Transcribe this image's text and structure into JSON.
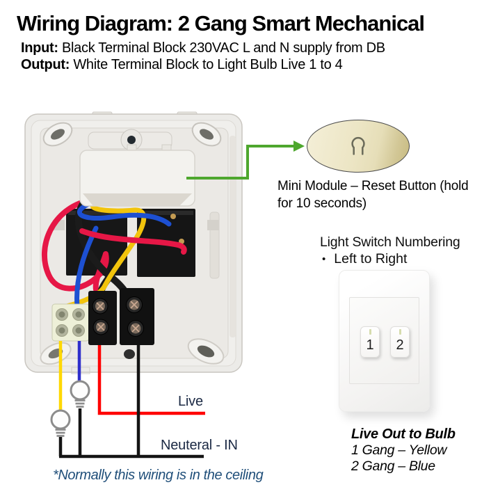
{
  "header": {
    "title": "Wiring Diagram: 2 Gang Smart Mechanical",
    "input_label": "Input:",
    "input_text": "Black Terminal Block 230VAC L and N supply from DB",
    "output_label": "Output:",
    "output_text": "White Terminal Block to Light Bulb Live 1 to 4"
  },
  "callout": {
    "line1": "Mini Module – Reset Button (hold",
    "line2": "for 10 seconds)"
  },
  "switch_panel": {
    "heading": "Light Switch Numbering",
    "bullet_glyph": "•",
    "bullet_text": "Left to Right",
    "buttons": [
      {
        "label": "1"
      },
      {
        "label": "2"
      }
    ]
  },
  "legend": {
    "title": "Live Out to Bulb",
    "lines": [
      "1 Gang – Yellow",
      "2 Gang – Blue"
    ]
  },
  "wiring_labels": {
    "live": "Live",
    "neutral": "Neuteral - IN",
    "note": "*Normally this wiring is in the ceiling"
  },
  "icons": {
    "reset_button": "keyhole-icon",
    "bulbs": "bulb-icon"
  },
  "colors": {
    "arrow_green": "#4ea72e",
    "live_wire_red": "#ff0000",
    "neutral_wire_black": "#141414",
    "gang1_yellow": "#ffd800",
    "gang2_blue": "#2f2fcb",
    "note_blue": "#1f4e79",
    "photo_red": "#e61746",
    "photo_blue": "#1d50d2",
    "photo_yellow": "#f2c40c"
  }
}
